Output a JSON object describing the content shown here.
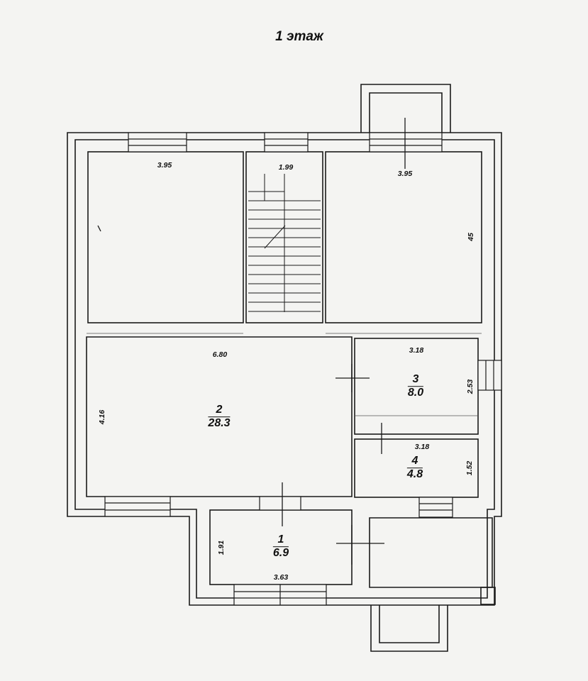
{
  "title": "1 этаж",
  "rooms": [
    {
      "number": "1",
      "area": "6.9"
    },
    {
      "number": "2",
      "area": "28.3"
    },
    {
      "number": "3",
      "area": "8.0"
    },
    {
      "number": "4",
      "area": "4.8"
    }
  ],
  "dimensions": {
    "left_room_width": "3.95",
    "stair_width": "1.99",
    "right_room_width": "3.95",
    "right_room_depth": "45",
    "hall_width": "6.80",
    "hall_depth": "4.16",
    "room3_width": "3.18",
    "room3_depth": "2.53",
    "room4_width": "3.18",
    "room4_depth": "1.52",
    "entry_depth": "1.91",
    "entry_width": "3.63"
  }
}
